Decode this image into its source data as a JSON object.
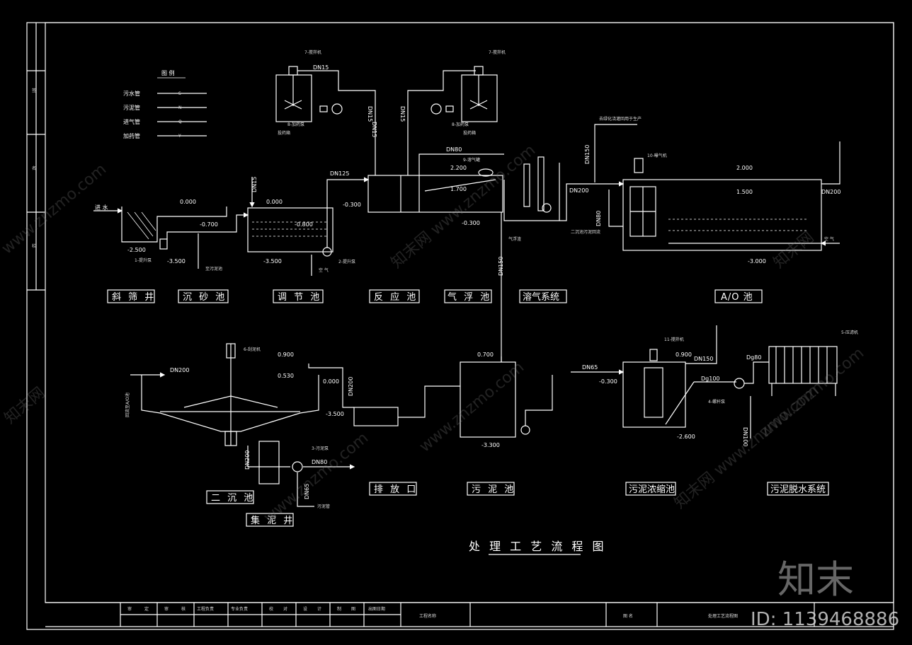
{
  "legend": {
    "title": "图 例",
    "items": [
      "污水管",
      "污泥管",
      "进气管",
      "加药管"
    ],
    "symbols": [
      "S",
      "N",
      "Q",
      "Y"
    ]
  },
  "units": {
    "u1": "斜 筛 井",
    "u2": "沉 砂 池",
    "u3": "调 节 池",
    "u4": "反 应 池",
    "u5": "气 浮 池",
    "u6": "溶气系统",
    "u7": "A/O 池",
    "u8": "二 沉 池",
    "u9": "集 泥 井",
    "u10": "排 放 口",
    "u11": "污 泥 池",
    "u12": "污泥浓缩池",
    "u13": "污泥脱水系统"
  },
  "drawing_title": "处 理 工 艺 流 程 图",
  "pipes": {
    "dn15a": "DN15",
    "dn15b": "DN15",
    "dn15c": "DN15",
    "dn15d": "DN15",
    "dn15e": "DN15",
    "dn125": "DN125",
    "dn80a": "DN80",
    "dn150a": "DN150",
    "dn200a": "DN200",
    "dn80b": "DN80",
    "dn200b": "DN200",
    "dn150b": "DN150",
    "dn200c": "DN200",
    "dn200d": "DN200",
    "dn200e": "DN200",
    "dn80c": "DN80",
    "dn65a": "DN65",
    "dn65b": "DN65",
    "dn150c": "DN150",
    "dq100": "Dg100",
    "dq80": "Dg80",
    "dn100": "DN100"
  },
  "elev": {
    "e1": "0.000",
    "e2": "-0.700",
    "e3": "-2.500",
    "e4": "-3.500",
    "e5": "0.000",
    "e6": "-0.800",
    "e7": "-3.500",
    "e8": "-0.300",
    "e9": "2.200",
    "e10": "1.700",
    "e11": "-0.300",
    "e12": "2.000",
    "e13": "1.500",
    "e14": "-3.000",
    "e15": "0.900",
    "e16": "0.530",
    "e17": "0.000",
    "e18": "-3.500",
    "e19": "0.700",
    "e20": "-3.300",
    "e21": "-0.300",
    "e22": "0.900",
    "e23": "-2.600"
  },
  "notes": {
    "inflow": "进 水",
    "n1": "1-提升泵",
    "n2": "2-提升泵",
    "n3": "3-污泥泵",
    "n4": "4-螺杆泵",
    "n5": "5-压滤机",
    "n6": "6-刮泥机",
    "n7a": "7-搅拌机",
    "n7b": "7-搅拌机",
    "n8a": "8-加药泵",
    "n8b": "8-加药泵",
    "n9": "9-溶气罐",
    "n10": "10-曝气机",
    "n11": "11-搅拌机",
    "air1": "空 气",
    "air2": "空 气",
    "air3": "空 气",
    "tank1": "投药箱",
    "tank2": "投药箱",
    "reuse": "去绿化浇灌回用于生产",
    "sludge_return": "二沉池污泥回流",
    "to_sludge": "至污泥池",
    "gas": "气浮渣",
    "sludge_line": "污泥管",
    "ao_return": "回流至A/O池",
    "id": "ID: 1139468886",
    "brand": "知末"
  },
  "title_block": {
    "cells": [
      "审",
      "定",
      "审",
      "核",
      "工程负责",
      "专业负责",
      "校",
      "对",
      "设",
      "计",
      "制",
      "图",
      "出图日期"
    ],
    "project": "工程名称",
    "drawing_name_label": "图 名",
    "drawing_name": "处理工艺流程图"
  },
  "left_strip": [
    "签",
    "名",
    "栏"
  ],
  "watermarks": [
    "www.znzmo.com",
    "知末网",
    "www.znzmo.com",
    "知末网 www.znzmo.com",
    "www.znzmo.com",
    "知末网 www.znzmo.com",
    "www.znzmo.com",
    "知末网"
  ]
}
